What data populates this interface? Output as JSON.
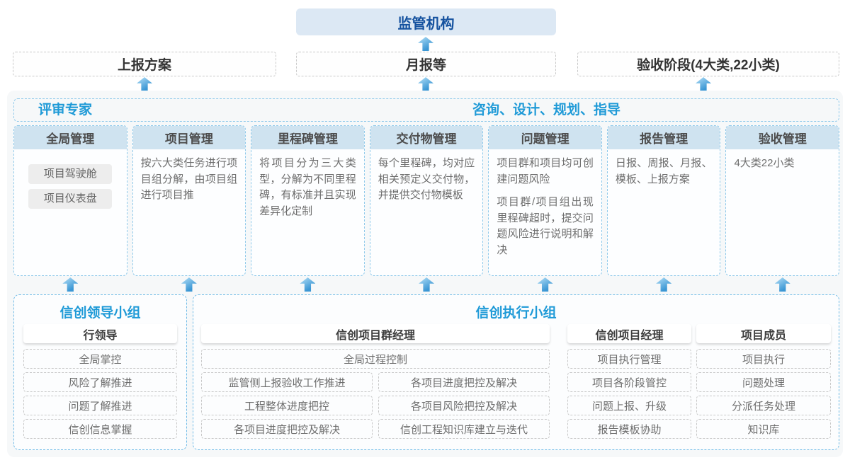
{
  "top": {
    "regulator": "监管机构"
  },
  "report_row": {
    "plan": "上报方案",
    "monthly": "月报等",
    "acceptance": "验收阶段(4大类,22小类)"
  },
  "panel": {
    "experts_label": "评审专家",
    "consult_label": "咨询、设计、规划、指导",
    "columns": [
      {
        "title": "全局管理",
        "pills": [
          "项目驾驶舱",
          "项目仪表盘"
        ]
      },
      {
        "title": "项目管理",
        "paragraphs": [
          "按六大类任务进行项目组分解，由项目组进行项目推"
        ]
      },
      {
        "title": "里程碑管理",
        "paragraphs": [
          "将项目分为三大类型，分解为不同里程碑，有标准并且实现差异化定制"
        ]
      },
      {
        "title": "交付物管理",
        "paragraphs": [
          "每个里程碑，均对应相关预定义交付物，并提供交付物模板"
        ]
      },
      {
        "title": "问题管理",
        "paragraphs": [
          "项目群和项目均可创建问题风险",
          "项目群/项目组出现里程碑超时，提交问题风险进行说明和解决"
        ]
      },
      {
        "title": "报告管理",
        "paragraphs": [
          "日报、周报、月报、模板、上报方案"
        ]
      },
      {
        "title": "验收管理",
        "paragraphs": [
          "4大类22小类"
        ]
      }
    ]
  },
  "leading_group": {
    "title": "信创领导小组",
    "role": "行领导",
    "items": [
      "全局掌控",
      "风险了解推进",
      "问题了解推进",
      "信创信息掌握"
    ]
  },
  "executive_group": {
    "title": "信创执行小组",
    "program_manager": {
      "role": "信创项目群经理",
      "top_item": "全局过程控制",
      "left_items": [
        "监管侧上报验收工作推进",
        "工程整体进度把控",
        "各项目进度把控及解决"
      ],
      "right_items": [
        "各项目进度把控及解决",
        "各项目风险把控及解决",
        "信创工程知识库建立与迭代"
      ]
    },
    "project_manager": {
      "role": "信创项目经理",
      "items": [
        "项目执行管理",
        "项目各阶段管控",
        "问题上报、升级",
        "报告模板协助"
      ]
    },
    "members": {
      "role": "项目成员",
      "items": [
        "项目执行",
        "问题处理",
        "分派任务处理",
        "知识库"
      ]
    }
  },
  "colors": {
    "accent_blue": "#1f9ad7",
    "regulator_bg": "#dce8f4",
    "regulator_text": "#15529f",
    "column_header_bg": "#cfe3f0",
    "panel_bg": "#f6f8f9",
    "arrow_blue": "#3c97d4",
    "dashed_blue_border": "#8fc9ea"
  }
}
